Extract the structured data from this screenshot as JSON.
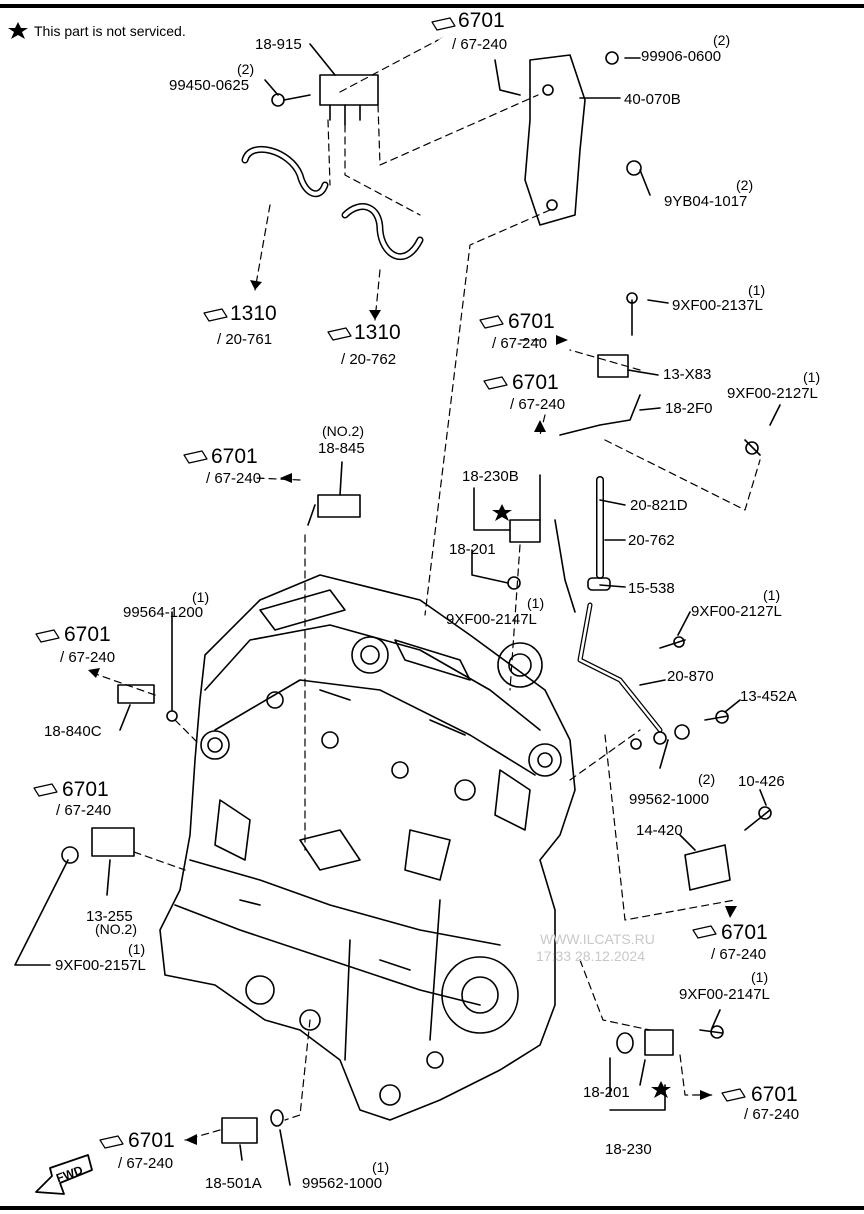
{
  "note": {
    "text": "This part is not serviced."
  },
  "watermark": {
    "line1": "WWW.ILCATS.RU",
    "line2": "17:33 28.12.2024"
  },
  "fwd_label": "FWD",
  "refs": [
    {
      "id": "r1",
      "code": "6701",
      "sub": "/ 67-240"
    },
    {
      "id": "r2",
      "code": "1310",
      "sub": "/ 20-761"
    },
    {
      "id": "r3",
      "code": "1310",
      "sub": "/ 20-762"
    },
    {
      "id": "r4",
      "code": "6701",
      "sub": "/ 67-240"
    },
    {
      "id": "r5",
      "code": "6701",
      "sub": "/ 67-240"
    },
    {
      "id": "r6",
      "code": "6701",
      "sub": "/ 67-240"
    },
    {
      "id": "r7",
      "code": "6701",
      "sub": "/ 67-240"
    },
    {
      "id": "r8",
      "code": "6701",
      "sub": "/ 67-240"
    },
    {
      "id": "r9",
      "code": "6701",
      "sub": "/ 67-240"
    },
    {
      "id": "r10",
      "code": "6701",
      "sub": "/ 67-240"
    },
    {
      "id": "r11",
      "code": "6701",
      "sub": "/ 67-240"
    }
  ],
  "parts": [
    {
      "id": "p1",
      "label": "18-915"
    },
    {
      "id": "p2",
      "label": "99450-0625",
      "qty": "(2)"
    },
    {
      "id": "p3",
      "label": "99906-0600",
      "qty": "(2)"
    },
    {
      "id": "p4",
      "label": "40-070B"
    },
    {
      "id": "p5",
      "label": "9YB04-1017",
      "qty": "(2)"
    },
    {
      "id": "p6",
      "label": "9XF00-2137L",
      "qty": "(1)"
    },
    {
      "id": "p7",
      "label": "13-X83"
    },
    {
      "id": "p8",
      "label": "9XF00-2127L",
      "qty": "(1)"
    },
    {
      "id": "p9",
      "label": "18-2F0"
    },
    {
      "id": "p10",
      "label": "18-845",
      "qty": "(NO.2)"
    },
    {
      "id": "p11",
      "label": "18-230B"
    },
    {
      "id": "p12",
      "label": "18-201"
    },
    {
      "id": "p13",
      "label": "20-821D"
    },
    {
      "id": "p14",
      "label": "20-762"
    },
    {
      "id": "p15",
      "label": "15-538"
    },
    {
      "id": "p16",
      "label": "9XF00-2147L",
      "qty": "(1)"
    },
    {
      "id": "p17",
      "label": "9XF00-2127L",
      "qty": "(1)"
    },
    {
      "id": "p18",
      "label": "99564-1200",
      "qty": "(1)"
    },
    {
      "id": "p19",
      "label": "20-870"
    },
    {
      "id": "p20",
      "label": "13-452A"
    },
    {
      "id": "p21",
      "label": "18-840C"
    },
    {
      "id": "p22",
      "label": "99562-1000",
      "qty": "(2)"
    },
    {
      "id": "p23",
      "label": "10-426"
    },
    {
      "id": "p24",
      "label": "14-420"
    },
    {
      "id": "p25",
      "label": "13-255",
      "qty": "(NO.2)"
    },
    {
      "id": "p26",
      "label": "9XF00-2157L",
      "qty": "(1)"
    },
    {
      "id": "p27",
      "label": "9XF00-2147L",
      "qty": "(1)"
    },
    {
      "id": "p28",
      "label": "18-201"
    },
    {
      "id": "p29",
      "label": "18-230"
    },
    {
      "id": "p30",
      "label": "18-501A"
    },
    {
      "id": "p31",
      "label": "99562-1000",
      "qty": "(1)"
    }
  ]
}
